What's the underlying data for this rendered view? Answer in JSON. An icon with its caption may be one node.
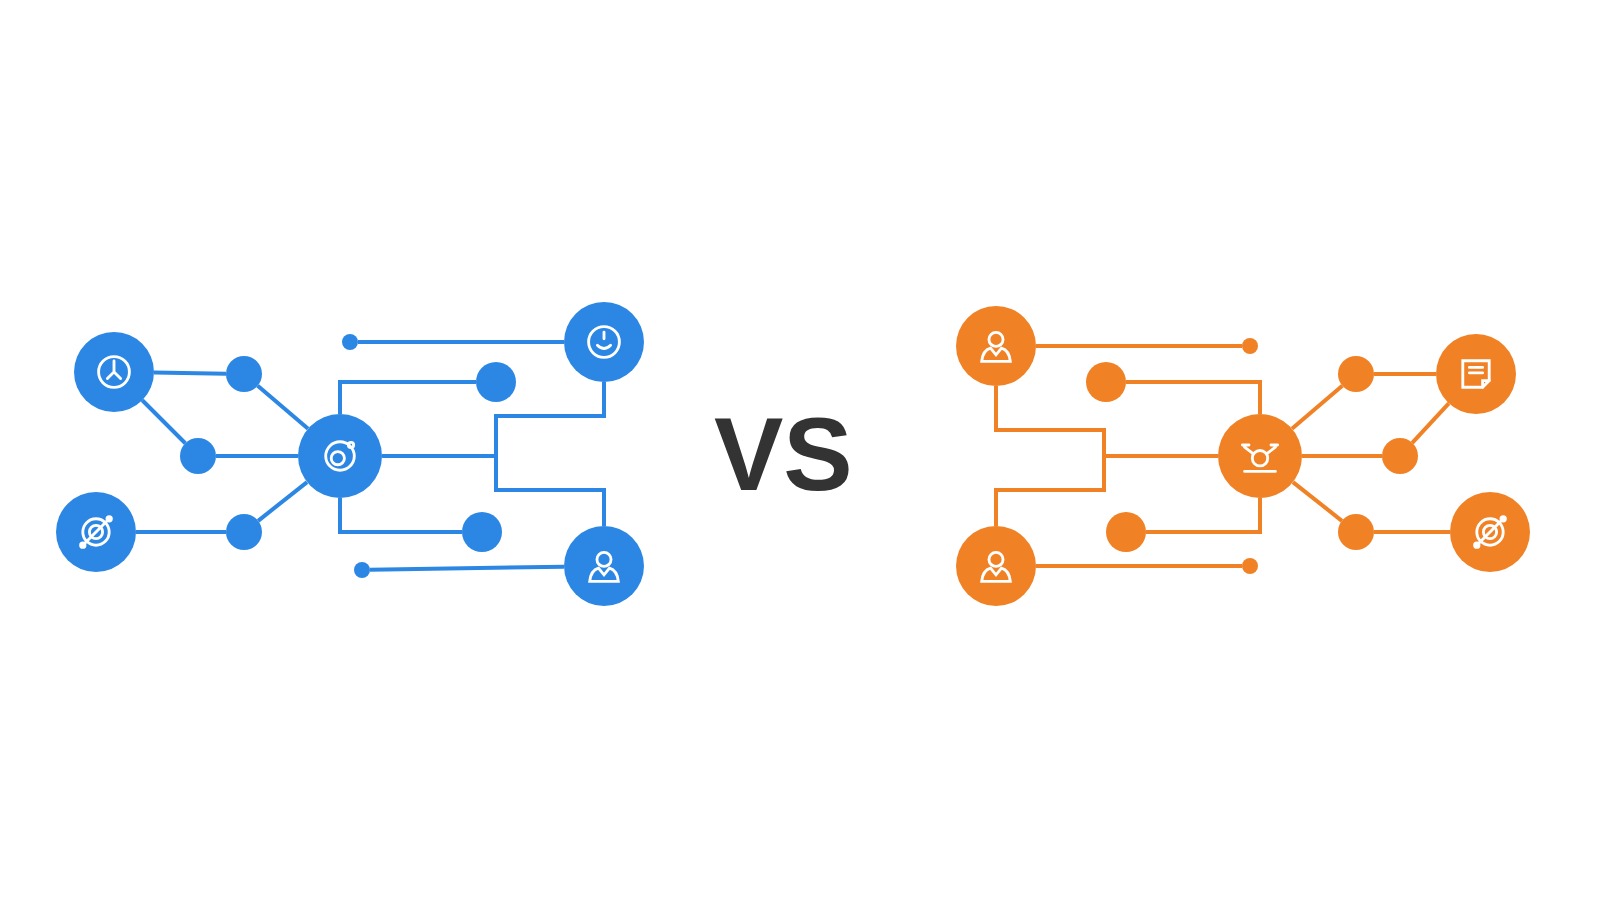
{
  "diagram": {
    "nodes": [
      {
        "text": [],
        "shape": "circle"
      },
      {
        "text": [],
        "shape": "circle"
      },
      {
        "text": [],
        "shape": "circle"
      },
      {
        "text": [],
        "shape": "circle"
      },
      {
        "text": [],
        "shape": "circle"
      },
      {
        "text": [],
        "shape": "circle"
      },
      {
        "text": [],
        "shape": "circle"
      },
      {
        "text": [],
        "shape": "circle"
      },
      {
        "text": [],
        "shape": "circle"
      },
      {
        "text": [],
        "shape": "circle"
      },
      {
        "text": [],
        "shape": "circle"
      },
      {
        "text": [],
        "shape": "circle"
      },
      {
        "text": [],
        "shape": "circle"
      },
      {
        "text": [],
        "shape": "circle"
      },
      {
        "text": [],
        "shape": "circle"
      },
      {
        "text": [],
        "shape": "circle"
      },
      {
        "text": [],
        "shape": "circle"
      },
      {
        "text": [],
        "shape": "circle"
      },
      {
        "text": [],
        "shape": "circle"
      },
      {
        "text": [],
        "shape": "circle"
      },
      {
        "text": [],
        "shape": "circle"
      },
      {
        "text": [],
        "shape": "circle"
      },
      {
        "text": [],
        "shape": "circle"
      },
      {
        "text": [],
        "shape": "circle"
      }
    ],
    "edges": [
      {
        "from": 0,
        "to": 2,
        "arrow": "none",
        "color": "#2b87e3"
      },
      {
        "from": 0,
        "to": 3,
        "arrow": "none",
        "color": "#2b87e3"
      },
      {
        "from": 2,
        "to": 5,
        "arrow": "none",
        "color": "#2b87e3"
      },
      {
        "from": 3,
        "to": 5,
        "arrow": "none",
        "color": "#2b87e3"
      },
      {
        "from": 1,
        "to": 4,
        "arrow": "none",
        "color": "#2b87e3"
      },
      {
        "from": 4,
        "to": 5,
        "arrow": "none",
        "color": "#2b87e3"
      },
      {
        "from": 5,
        "to": 8,
        "arrow": "none",
        "color": "#2b87e3"
      },
      {
        "from": 5,
        "to": 9,
        "arrow": "none",
        "color": "#2b87e3"
      },
      {
        "from": 6,
        "to": 10,
        "arrow": "none",
        "color": "#2b87e3"
      },
      {
        "from": 7,
        "to": 11,
        "arrow": "none",
        "color": "#2b87e3"
      },
      {
        "from": 5,
        "to": 10,
        "arrow": "none",
        "color": "#2b87e3"
      },
      {
        "from": 5,
        "to": 11,
        "arrow": "none",
        "color": "#2b87e3"
      },
      {
        "from": 12,
        "to": 16,
        "arrow": "none",
        "color": "#f08125"
      },
      {
        "from": 13,
        "to": 17,
        "arrow": "none",
        "color": "#f08125"
      },
      {
        "from": 14,
        "to": 18,
        "arrow": "none",
        "color": "#f08125"
      },
      {
        "from": 15,
        "to": 18,
        "arrow": "none",
        "color": "#f08125"
      },
      {
        "from": 12,
        "to": 18,
        "arrow": "none",
        "color": "#f08125"
      },
      {
        "from": 13,
        "to": 18,
        "arrow": "none",
        "color": "#f08125"
      },
      {
        "from": 18,
        "to": 19,
        "arrow": "none",
        "color": "#f08125"
      },
      {
        "from": 19,
        "to": 22,
        "arrow": "none",
        "color": "#f08125"
      },
      {
        "from": 18,
        "to": 20,
        "arrow": "none",
        "color": "#f08125"
      },
      {
        "from": 20,
        "to": 22,
        "arrow": "none",
        "color": "#f08125"
      },
      {
        "from": 18,
        "to": 21,
        "arrow": "none",
        "color": "#f08125"
      },
      {
        "from": 21,
        "to": 23,
        "arrow": "none",
        "color": "#f08125"
      }
    ],
    "labels": [
      "VS"
    ]
  }
}
